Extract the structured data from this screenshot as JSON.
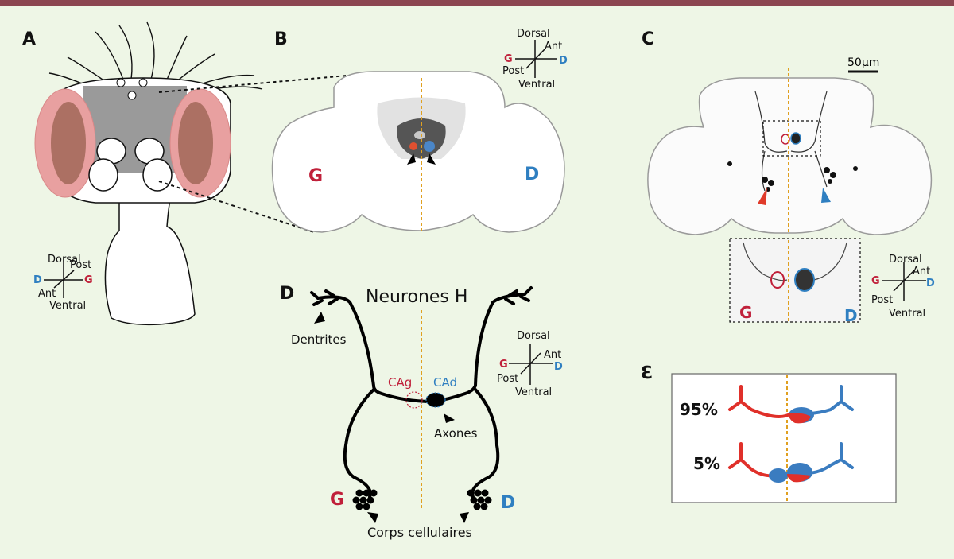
{
  "panels": {
    "a": "A",
    "b": "B",
    "c": "C",
    "d": "D",
    "e": "ℇ"
  },
  "axes_a": {
    "dorsal": "Dorsal",
    "post": "Post",
    "left": "D",
    "right": "G",
    "ant": "Ant",
    "ventral": "Ventral"
  },
  "axes_b": {
    "dorsal": "Dorsal",
    "ant": "Ant",
    "left": "G",
    "right": "D",
    "post": "Post",
    "ventral": "Ventral"
  },
  "axes_c": {
    "dorsal": "Dorsal",
    "ant": "Ant",
    "left": "G",
    "right": "D",
    "post": "Post",
    "ventral": "Ventral"
  },
  "axes_d": {
    "dorsal": "Dorsal",
    "ant": "Ant",
    "left": "G",
    "right": "D",
    "post": "Post",
    "ventral": "Ventral"
  },
  "brain_b": {
    "left": "G",
    "right": "D"
  },
  "panel_c": {
    "scale": "50µm",
    "inset_left": "G",
    "inset_right": "D"
  },
  "panel_d": {
    "title": "Neurones H",
    "dendrites": "Dentrites",
    "cag": "CAg",
    "cad": "CAd",
    "axons": "Axones",
    "left": "G",
    "right": "D",
    "cells": "Corps cellulaires"
  },
  "panel_e": {
    "top_pct": "95%",
    "bottom_pct": "5%"
  },
  "colors": {
    "left": "#c0203a",
    "right": "#2f7fc1",
    "midline": "#e0a020",
    "background": "#eef6e6"
  }
}
